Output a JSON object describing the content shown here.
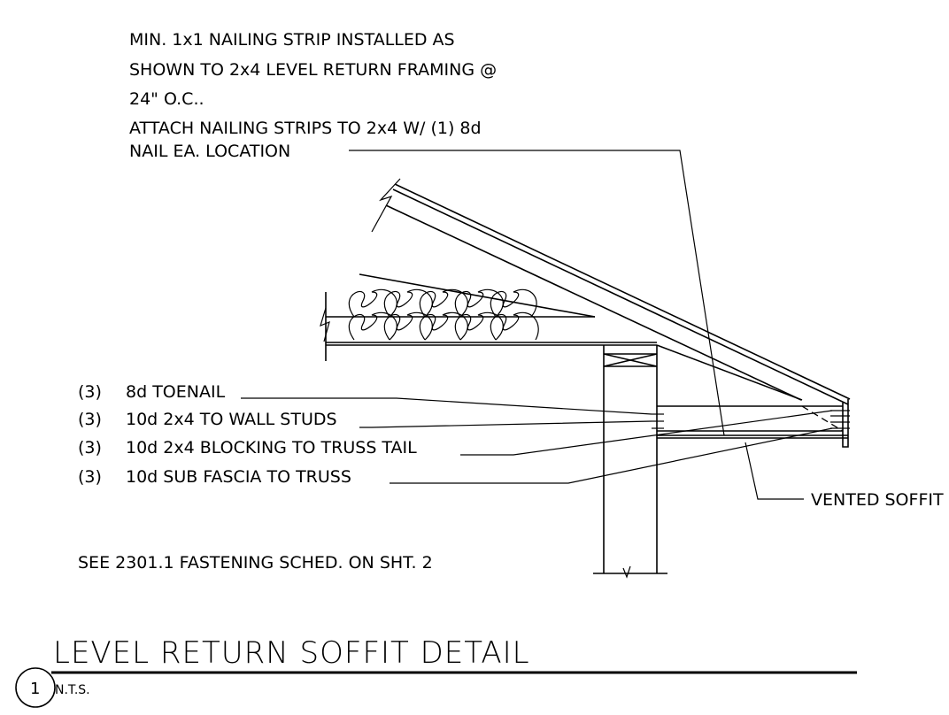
{
  "notes": {
    "nailing_strip": [
      "MIN. 1x1 NAILING STRIP INSTALLED AS",
      "SHOWN TO 2x4 LEVEL RETURN FRAMING @",
      "24\" O.C..",
      "ATTACH NAILING STRIPS TO 2x4 W/ (1) 8d",
      "NAIL EA. LOCATION"
    ],
    "fasteners": [
      {
        "qty": "(3)",
        "text": "8d TOENAIL"
      },
      {
        "qty": "(3)",
        "text": "10d 2x4 TO WALL STUDS"
      },
      {
        "qty": "(3)",
        "text": "10d 2x4 BLOCKING TO TRUSS TAIL"
      },
      {
        "qty": "(3)",
        "text": "10d SUB FASCIA TO TRUSS"
      }
    ],
    "schedule_ref": "SEE 2301.1 FASTENING SCHED. ON SHT. 2",
    "vented_soffit": "VENTED SOFFIT"
  },
  "title_block": {
    "detail_number": "1",
    "title": "LEVEL RETURN SOFFIT DETAIL",
    "scale": "N.T.S."
  }
}
